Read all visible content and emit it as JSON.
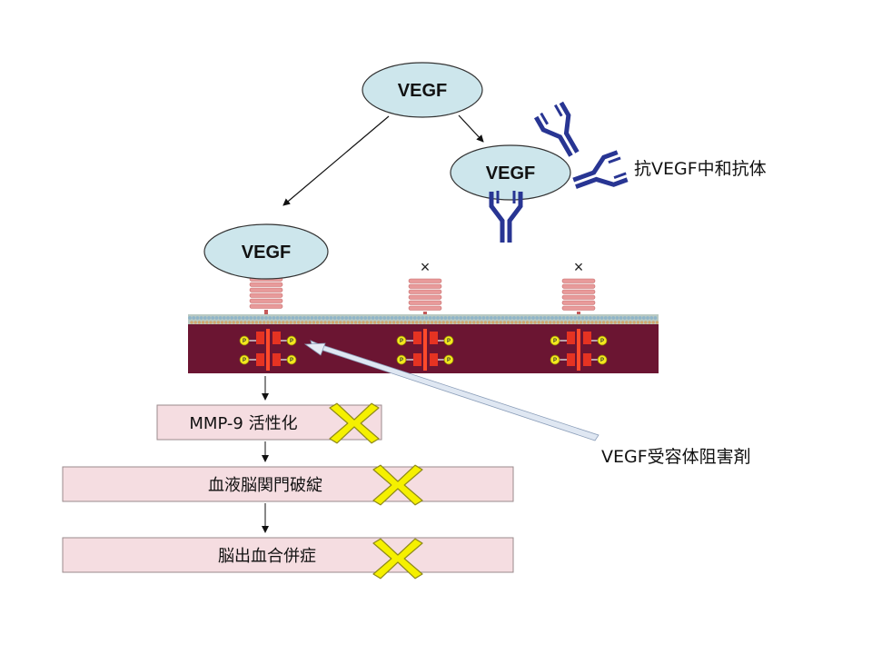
{
  "ligand_label": "VEGF",
  "antibody_label": "抗VEGF中和抗体",
  "inhibitor_label": "VEGF受容体阻害剤",
  "blocked_mark": "×",
  "phospho_label": "P",
  "steps": [
    {
      "label": "MMP-9 活性化"
    },
    {
      "label": "血液脳関門破綻"
    },
    {
      "label": "脳出血合併症"
    }
  ],
  "colors": {
    "ellipse_fill": "#cde6ec",
    "antibody": "#283593",
    "membrane": "#6b1532",
    "receptor": "#e89a9a",
    "kinase": "#e53322",
    "phospho": "#f3e81e",
    "step_box": "#f5dde1",
    "cross": "#f5f000",
    "inhibitor_arrow": "#dfe7f2"
  }
}
